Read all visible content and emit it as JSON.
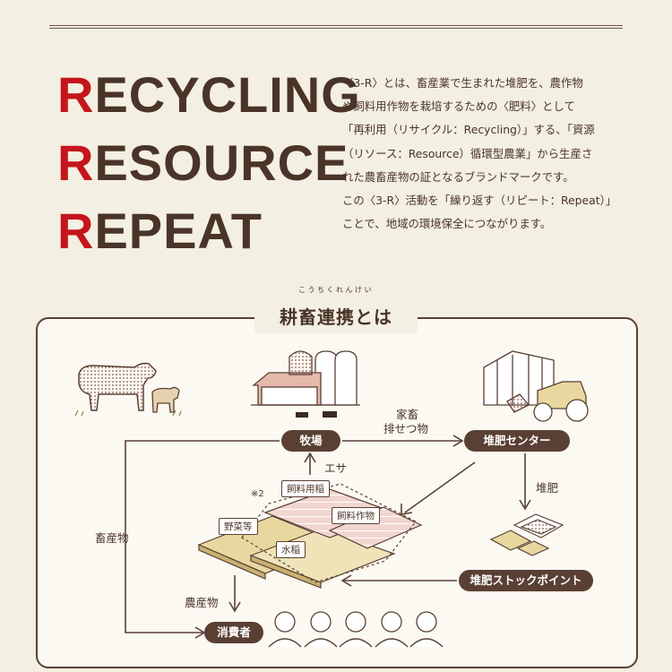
{
  "headline": {
    "word1": {
      "initial": "R",
      "rest": "ECYCLING"
    },
    "word2": {
      "initial": "R",
      "rest": "ESOURCE"
    },
    "word3": {
      "initial": "R",
      "rest": "EPEAT"
    }
  },
  "intro_lines": [
    "〈3-R〉とは、畜産業で生まれた堆肥を、農作物",
    "や飼料用作物を栽培するための〈肥料〉として",
    "「再利用（リサイクル：Recycling）」する、「資源",
    "（リソース：Resource）循環型農業」から生産さ",
    "れた農畜産物の証となるブランドマークです。",
    "この〈3-R〉活動を「繰り返す（リピート：Repeat）」",
    "ことで、地域の環境保全につながります。"
  ],
  "section": {
    "title": "耕畜連携とは",
    "ruby": "こうちくれんけい"
  },
  "diagram": {
    "ranch": "牧場",
    "compost_center": "堆肥センター",
    "stock_point": "堆肥ストックポイント",
    "consumer": "消費者",
    "excreta_line1": "家畜",
    "excreta_line2": "排せつ物",
    "feed": "エサ",
    "compost": "堆肥",
    "livestock_products": "畜産物",
    "farm_products": "農産物",
    "note": "※2",
    "field_feed_rice": "飼料用稲",
    "field_feed_crops": "飼料作物",
    "field_vegetables": "野菜等",
    "field_rice": "水稲"
  },
  "colors": {
    "accent_red": "#c4161c",
    "brown": "#5a4034"
  }
}
